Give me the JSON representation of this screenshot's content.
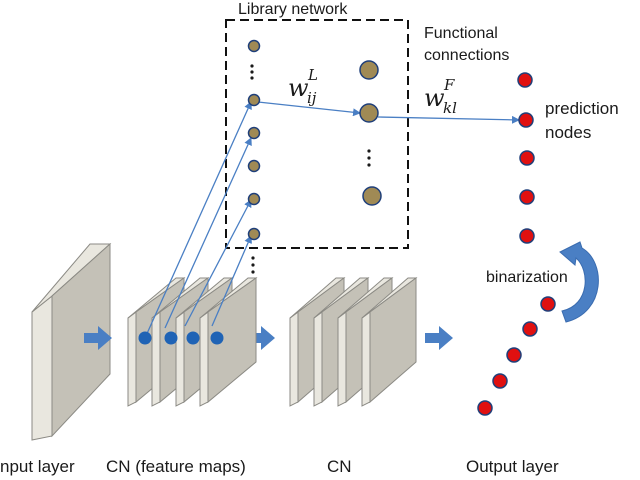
{
  "labels": {
    "library_network": "Library network",
    "functional_connections_line1": "Functional",
    "functional_connections_line2": "connections",
    "prediction_nodes_line1": "prediction",
    "prediction_nodes_line2": "nodes",
    "binarization": "binarization",
    "input_layer": "nput layer",
    "cn_feature_maps": "CN (feature maps)",
    "cn": "CN",
    "output_layer": "Output layer"
  },
  "weights": {
    "library": {
      "base": "w",
      "sub": "ij",
      "sup": "L"
    },
    "functional": {
      "base": "w",
      "sub": "kl",
      "sup": "F"
    }
  },
  "colors": {
    "library_node": "#a08a55",
    "output_node": "#e01010",
    "feature_dot": "#1f63b5",
    "arrow_blue": "#4a7fc4",
    "panel_face": "#c4c1b7",
    "panel_edge": "#e9e7df",
    "dashed_box": "#111111"
  },
  "icons": {
    "binarization_arrow": "curved-arrow-icon",
    "layer_arrow": "block-arrow-right-icon",
    "ellipsis": "vertical-ellipsis-icon"
  }
}
